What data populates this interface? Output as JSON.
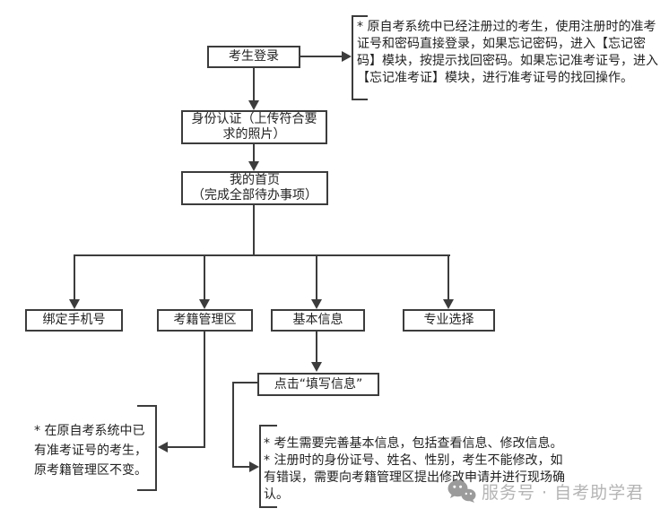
{
  "colors": {
    "line": "#3c3c3c",
    "text": "#222222",
    "watermark": "#b4b4b4"
  },
  "nodes": {
    "login": {
      "label": "考生登录"
    },
    "identity": {
      "lines": [
        "身份认证（上传符合要",
        "求的照片）"
      ]
    },
    "home": {
      "lines": [
        "我的首页",
        "（完成全部待办事项）"
      ]
    },
    "bind_phone": {
      "label": "绑定手机号"
    },
    "registry_zone": {
      "label": "考籍管理区"
    },
    "basic_info": {
      "label": "基本信息"
    },
    "major_select": {
      "label": "专业选择"
    },
    "fill_info": {
      "label": "点击“填写信息”"
    }
  },
  "notes": {
    "login_note": {
      "lines": [
        "* 原自考系统中已经注册过的考生，使用注册时的准考",
        "证号和密码直接登录，如果忘记密码，进入【忘记密",
        "码】模块，按提示找回密码。如果忘记准考证号，进入",
        "【忘记准考证】模块，进行准考证号的找回操作。"
      ]
    },
    "registry_note": {
      "lines": [
        "* 在原自考系统中已",
        "有准考证号的考生，",
        "原考籍管理区不变。"
      ]
    },
    "basic_info_note": {
      "lines": [
        "* 考生需要完善基本信息，包括查看信息、修改信息。",
        "* 注册时的身份证号、姓名、性别，考生不能修改，如",
        "有错误，需要向考籍管理区提出修改申请并进行现场确",
        "认。"
      ]
    }
  },
  "watermark": {
    "icon": "wechat-icon",
    "label": "服务号 · 自考助学君"
  }
}
